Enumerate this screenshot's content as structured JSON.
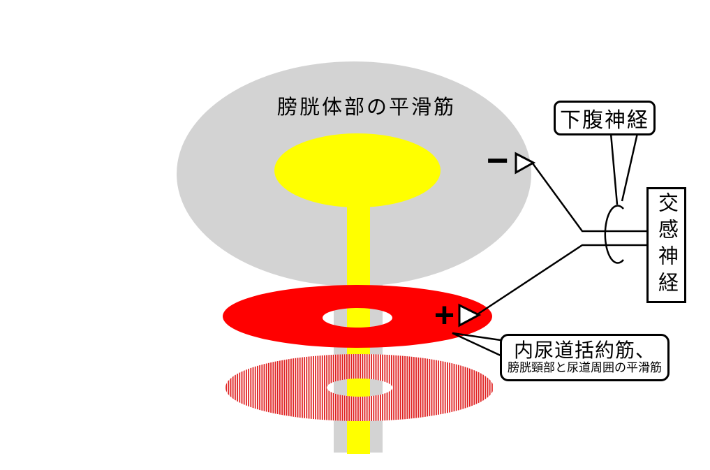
{
  "title": "膀胱体部の平滑筋",
  "labels": {
    "hypogastric_nerve": "下腹神経",
    "sympathetic_nerve": "交感神経",
    "sphincter_title": "内尿道括約筋、",
    "sphincter_subtitle": "膀胱頸部と尿道周囲の平滑筋"
  },
  "signs": {
    "minus": "−",
    "plus": "+"
  },
  "colors": {
    "bladder_body": "#d3d3d3",
    "urine": "#ffff00",
    "sphincter": "#ff0000",
    "stripe": "#e02020",
    "line": "#000000"
  }
}
